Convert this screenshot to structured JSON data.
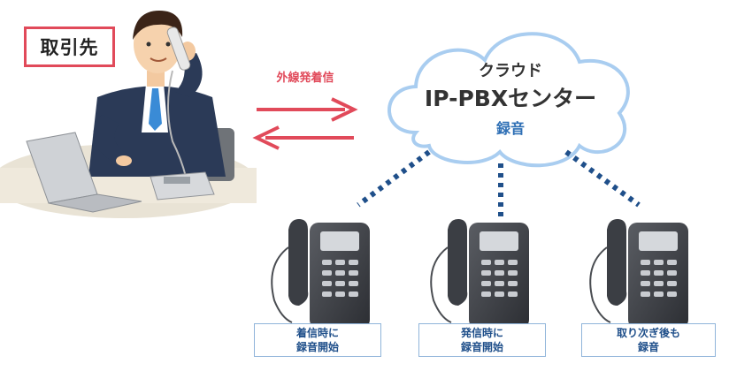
{
  "client": {
    "label": "取引先"
  },
  "call_arrows": {
    "label": "外線発着信"
  },
  "cloud": {
    "title": "クラウド",
    "main": "IP-PBXセンター",
    "sub": "録音"
  },
  "phones": [
    {
      "caption_line1": "着信時に",
      "caption_line2": "録音開始"
    },
    {
      "caption_line1": "発信時に",
      "caption_line2": "録音開始"
    },
    {
      "caption_line1": "取り次ぎ後も",
      "caption_line2": "録音"
    }
  ],
  "colors": {
    "accent_red": "#e14a5a",
    "cloud_blue": "#2e6fb5",
    "link_navy": "#1f4f8a"
  }
}
